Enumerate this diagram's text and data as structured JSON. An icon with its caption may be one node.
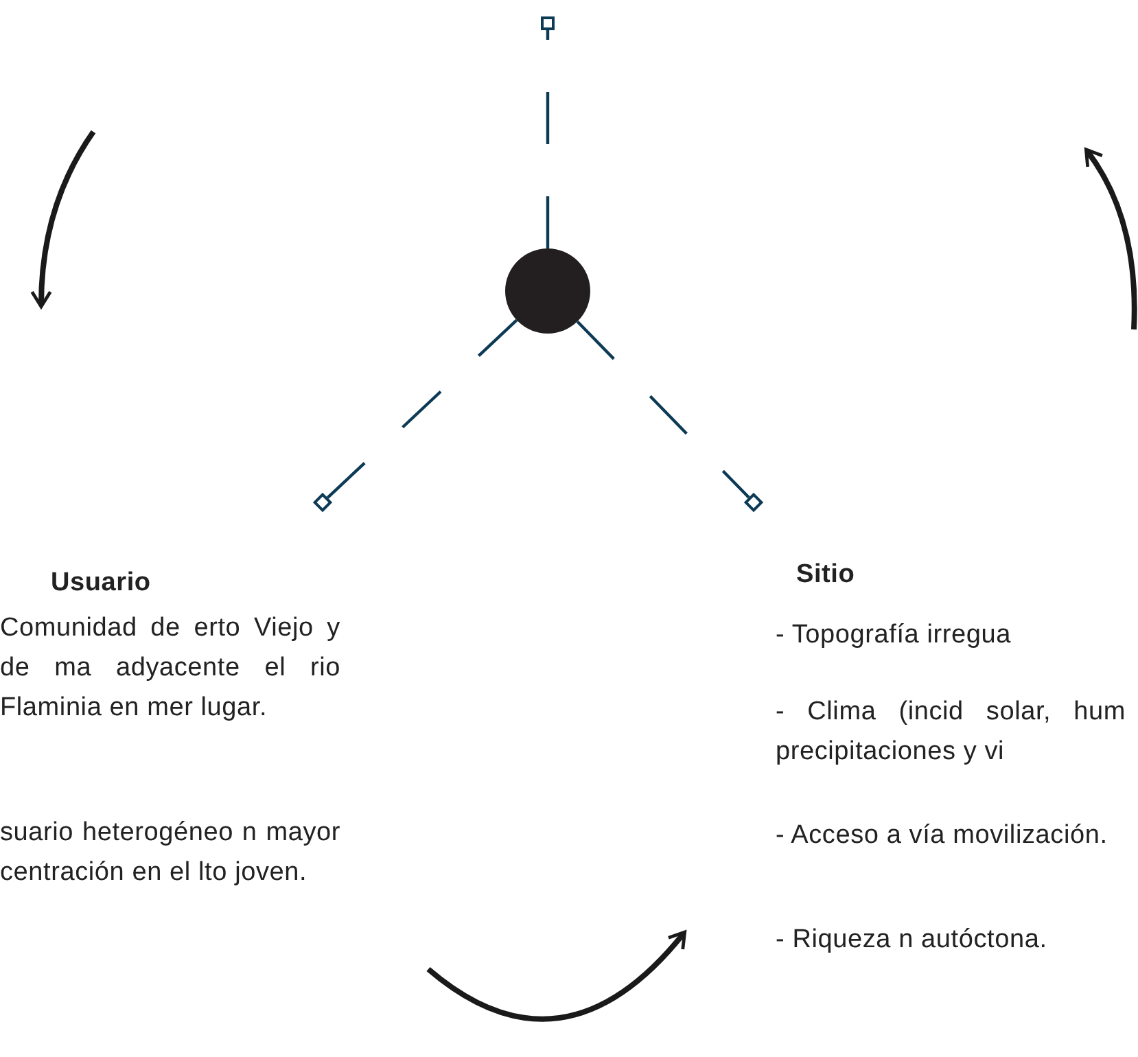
{
  "diagram": {
    "nodes": [
      {
        "text": [],
        "shape": "circle"
      },
      {
        "text": [],
        "shape": "box"
      },
      {
        "text": [],
        "shape": "box"
      },
      {
        "text": [],
        "shape": "box"
      }
    ],
    "edges": [
      {
        "from": 0,
        "to": 1,
        "arrow": "none",
        "style": "dashed"
      },
      {
        "from": 0,
        "to": 2,
        "arrow": "none",
        "style": "dashed"
      },
      {
        "from": 0,
        "to": 3,
        "arrow": "none",
        "style": "dashed"
      }
    ],
    "labels": [
      "Usuario",
      "Comunidad de erto Viejo y de ma adyacente el rio Flaminia en mer lugar.",
      "suario heterogéneo n mayor centración en el lto joven.",
      "Sitio",
      "- Topografía irregua",
      "- Clima (incid solar, hum precipitaciones y vi",
      "- Acceso a vía movilización.",
      "- Riqueza n autóctona."
    ]
  }
}
